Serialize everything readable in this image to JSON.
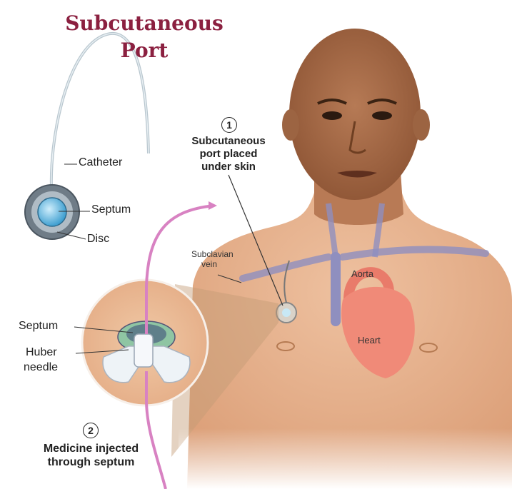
{
  "title_line1": "Subcutaneous",
  "title_line2": "Port",
  "labels": {
    "catheter": "Catheter",
    "septum_top": "Septum",
    "disc": "Disc",
    "subclavian_line1": "Subclavian",
    "subclavian_line2": "vein",
    "aorta": "Aorta",
    "heart": "Heart",
    "septum_zoom": "Septum",
    "huber_line1": "Huber",
    "huber_line2": "needle"
  },
  "step1": {
    "number": "1",
    "line1": "Subcutaneous",
    "line2": "port placed",
    "line3": "under skin"
  },
  "step2": {
    "number": "2",
    "line1": "Medicine injected",
    "line2": "through septum"
  },
  "colors": {
    "title": "#8b2040",
    "skin": "#e8b58e",
    "vein": "#8f8fbf",
    "heart": "#f08a78",
    "tube": "#d882c2"
  }
}
